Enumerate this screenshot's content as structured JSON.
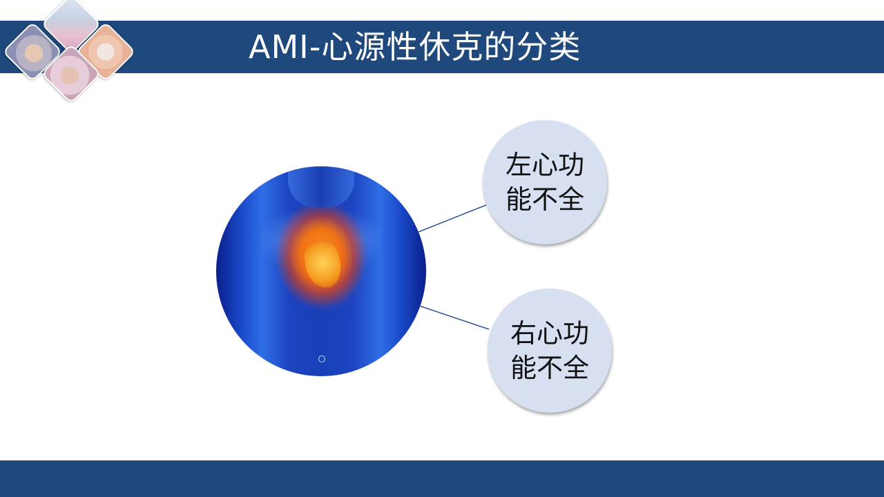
{
  "slide": {
    "title": "AMI-心源性休克的分类",
    "colors": {
      "banner": "#1f497d",
      "footer": "#1f497d",
      "bubble_fill": "#d6e0f0",
      "connector": "#2f5496",
      "title_text": "#ffffff"
    }
  },
  "logo": {
    "tiles": [
      "nurse-portrait",
      "nurse-with-mask",
      "hands-heart-ecg",
      "newborn-baby"
    ]
  },
  "illustration": {
    "description": "human-torso-with-highlighted-heart"
  },
  "classification": [
    {
      "line1": "左心功",
      "line2": "能不全"
    },
    {
      "line1": "右心功",
      "line2": "能不全"
    }
  ]
}
